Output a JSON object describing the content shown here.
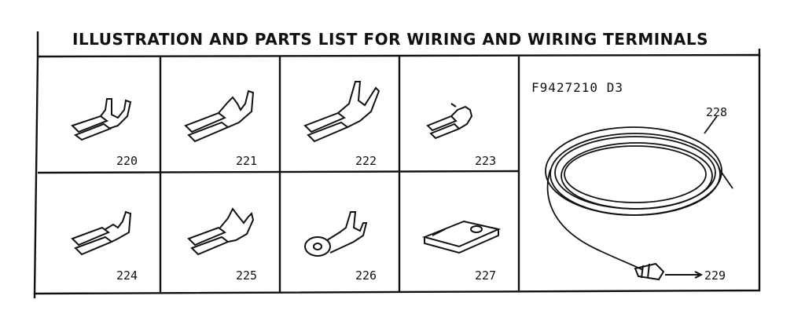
{
  "title": "ILLUSTRATION AND PARTS LIST FOR WIRING AND WIRING TERMINALS",
  "code": "F9427210 D3",
  "parts": [
    {
      "number": "220",
      "icon": "flag-terminal-icon"
    },
    {
      "number": "221",
      "icon": "flag-terminal-icon"
    },
    {
      "number": "222",
      "icon": "flag-terminal-icon"
    },
    {
      "number": "223",
      "icon": "small-terminal-icon"
    },
    {
      "number": "224",
      "icon": "female-terminal-icon"
    },
    {
      "number": "225",
      "icon": "female-terminal-icon"
    },
    {
      "number": "226",
      "icon": "ring-terminal-icon"
    },
    {
      "number": "227",
      "icon": "tab-terminal-icon"
    },
    {
      "number": "228",
      "icon": "wire-coil-icon"
    },
    {
      "number": "229",
      "icon": "wire-nut-icon"
    }
  ]
}
